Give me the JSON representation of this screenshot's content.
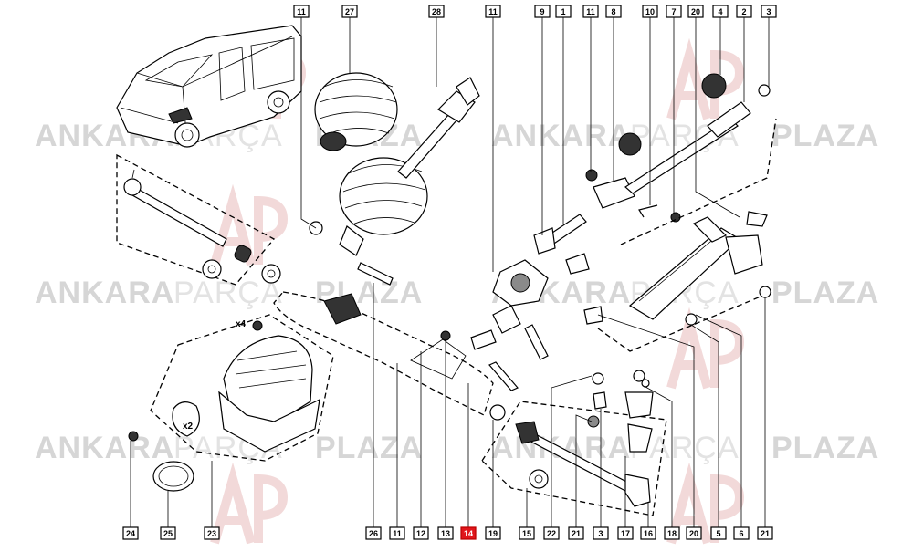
{
  "watermark": {
    "word1": "ANKARA",
    "word2": "PARÇA",
    "word3": "PLAZA",
    "logo_color": "#f2d9d9"
  },
  "highlight_color": "#e0161b",
  "top_callouts": [
    "11",
    "27",
    "28",
    "11",
    "9",
    "1",
    "11",
    "8",
    "10",
    "7",
    "20",
    "4",
    "2",
    "3"
  ],
  "bottom_callouts": [
    "24",
    "25",
    "23",
    "26",
    "11",
    "12",
    "13",
    "14",
    "19",
    "15",
    "22",
    "21",
    "3",
    "17",
    "16",
    "18",
    "20",
    "5",
    "6",
    "21"
  ],
  "highlighted_callout": "14",
  "labels": {
    "qty_x4": "x4",
    "qty_x2": "x2"
  }
}
